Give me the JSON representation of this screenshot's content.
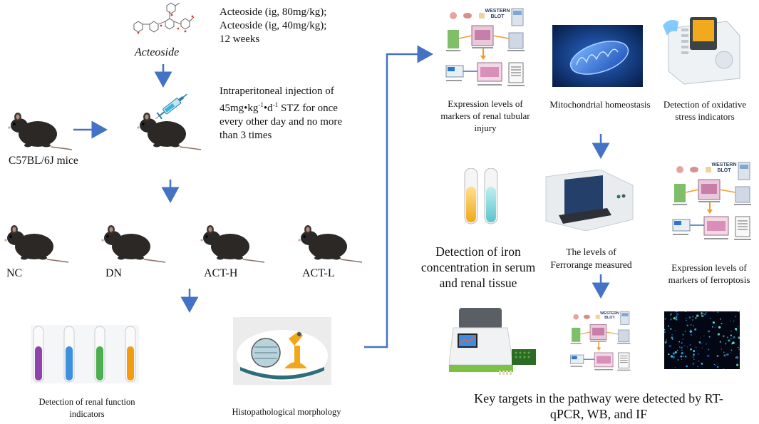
{
  "treatment": {
    "compound_name": "Acteoside",
    "dose_lines": [
      "Acteoside (ig, 80mg/kg);",
      "Acteoside (ig, 40mg/kg);",
      "12 weeks"
    ]
  },
  "injection": {
    "line1": "Intraperitoneal injection of",
    "line2_prefix": "45mg•kg",
    "line2_sup1": "-1",
    "line2_mid": "•d",
    "line2_sup2": "-1",
    "line2_suffix": " STZ for once",
    "line3": "every other day and no more",
    "line4": "than 3 times"
  },
  "mouse_strain": "C57BL/6J mice",
  "groups": [
    "NC",
    "DN",
    "ACT-H",
    "ACT-L"
  ],
  "bottom_left": {
    "renal_function": [
      "Detection of renal function",
      "indicators"
    ],
    "histo": "Histopathological morphology"
  },
  "top_right": {
    "tubular": [
      "Expression levels of",
      "markers of renal tubular",
      "injury"
    ],
    "mito": "Mitochondrial homeostasis",
    "oxidative": [
      "Detection of oxidative",
      "stress indicators"
    ]
  },
  "middle_right": {
    "iron": [
      "Detection of iron",
      "concentration in serum",
      "and renal tissue"
    ],
    "ferrorange": [
      "The levels of",
      "Ferrorange  measured"
    ],
    "ferroptosis": [
      "Expression levels of",
      "markers of ferroptosis"
    ]
  },
  "bottom_right": {
    "key_targets": [
      "Key targets in the pathway were detected by RT-",
      "qPCR, WB, and IF"
    ]
  },
  "blot_header": [
    "WESTERN",
    "BLOT"
  ],
  "colors": {
    "arrow": "#4472c4",
    "mouse_body": "#2b2826",
    "tube_liquids": [
      "#8e44ad",
      "#3d8fe0",
      "#4caf50",
      "#f39c12"
    ]
  }
}
